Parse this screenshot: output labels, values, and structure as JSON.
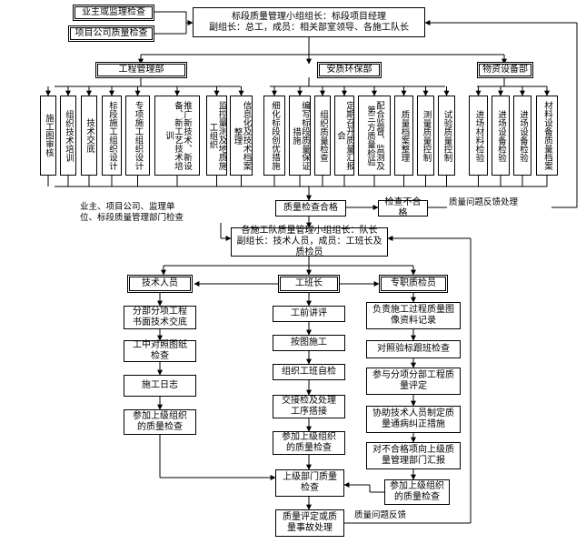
{
  "top": {
    "owner_supervision": "业主或监理检查",
    "company_quality_check": "项目公司质量检查",
    "leader_group": "标段质量管理小组组长：标段项目经理\n副组长：总工，成员：相关部室领导、各施工队长"
  },
  "departments": {
    "engineering": "工程管理部",
    "safety_env": "安质环保部",
    "materials": "物资设备部"
  },
  "engineering_items": [
    "施工图审核",
    "组织技术培训",
    "技术交底",
    "标段施工组织设计",
    "专项施工组织设计",
    "推广新技术、新设备、新工艺技术培训",
    "监控量测及地质施工组织",
    "信息化及技术档案整理"
  ],
  "safety_items": [
    "细化标段创优措施",
    "编写标段质量保证措施",
    "组织质量检查",
    "定期召开质量汇报会",
    "配合监督、监测及第三方质量检验",
    "质量档案整理",
    "测量质量控制",
    "试验质量控制"
  ],
  "material_items": [
    "进场材料检验",
    "进场设备检验",
    "进场设备检验",
    "材料设备质量档案"
  ],
  "middle": {
    "quality_pass": "质量检查合格",
    "quality_fail": "检查不合格",
    "problem_feedback": "质量问题反馈处理",
    "owner_note": "业主、项目公司、监理单\n位、标段质量管理部门检查",
    "team_group": "各施工队质量管理小组组长：队长\n副组长：技术人员，成员：工班长及质检员"
  },
  "roles": {
    "tech": "技术人员",
    "foreman": "工班长",
    "inspector": "专职质检员"
  },
  "tech_steps": [
    "分部分项工程\n书面技术交底",
    "工中对照图纸\n检查",
    "施工日志",
    "参加上级组织\n的质量检查"
  ],
  "foreman_steps": [
    "工前讲评",
    "按图施工",
    "组织工班自检",
    "交接检及处理\n工序搭接",
    "参加上级组织\n的质量检查"
  ],
  "inspector_steps": [
    "负责施工过程质量图\n像资料记录",
    "对照验标跟班检查",
    "参与分项分部工程质\n量评定",
    "协助技术人员制定质\n量通病纠正措施",
    "对不合格项向上级质\n量管理部门汇报",
    "参加上级组织\n的质量检查"
  ],
  "bottom": {
    "upper_check": "上级部门质量\n检查",
    "final": "质量评定或质\n量事故处理",
    "problem_feedback2": "质量问题反馈"
  }
}
